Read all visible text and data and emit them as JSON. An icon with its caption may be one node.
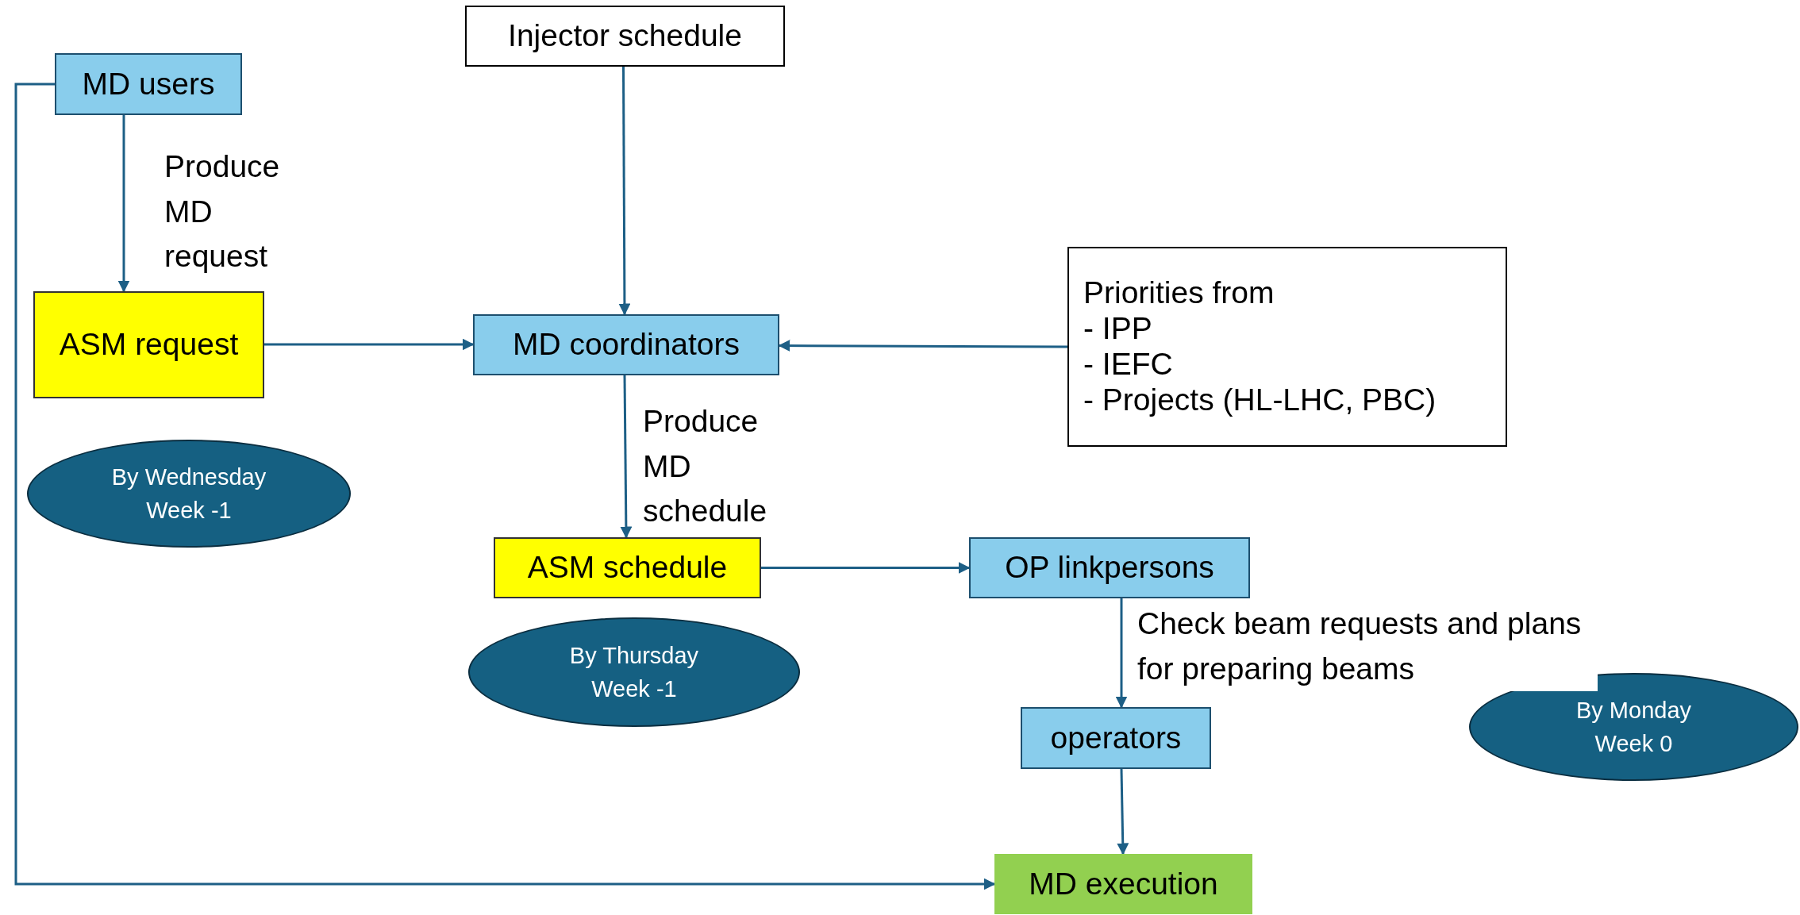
{
  "diagram": {
    "nodes": [
      {
        "text": [
          "MD users"
        ]
      },
      {
        "text": [
          "Injector schedule"
        ]
      },
      {
        "text": [
          "ASM request"
        ]
      },
      {
        "text": [
          "MD coordinators"
        ]
      },
      {
        "text": [
          "Priorities from",
          "- IPP",
          "- IEFC",
          "- Projects (HL-LHC, PBC)"
        ]
      },
      {
        "text": [
          "By Wednesday Week -1"
        ]
      },
      {
        "text": [
          "ASM schedule"
        ]
      },
      {
        "text": [
          "OP linkpersons"
        ]
      },
      {
        "text": [
          "By Thursday Week -1"
        ]
      },
      {
        "text": [
          "operators"
        ]
      },
      {
        "text": [
          "By Monday Week 0"
        ]
      },
      {
        "text": [
          "MD execution"
        ]
      }
    ],
    "edges": [
      {
        "from": 0,
        "to": 2,
        "arrow": "to",
        "label": "Produce MD request"
      },
      {
        "from": 1,
        "to": 3,
        "arrow": "to"
      },
      {
        "from": 2,
        "to": 3,
        "arrow": "to"
      },
      {
        "from": 4,
        "to": 3,
        "arrow": "to"
      },
      {
        "from": 3,
        "to": 6,
        "arrow": "to",
        "label": "Produce MD schedule"
      },
      {
        "from": 6,
        "to": 7,
        "arrow": "to"
      },
      {
        "from": 7,
        "to": 9,
        "arrow": "to",
        "label": "Check beam requests and plans for preparing beams"
      },
      {
        "from": 9,
        "to": 11,
        "arrow": "to"
      },
      {
        "from": 0,
        "to": 11,
        "arrow": "to"
      }
    ]
  }
}
